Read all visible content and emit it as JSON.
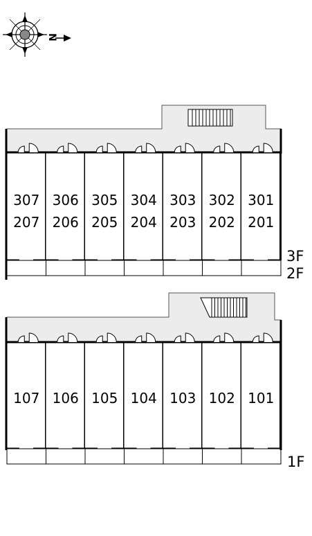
{
  "compass": {
    "north_label": "N",
    "icon": "compass-rose-icon"
  },
  "upper_block": {
    "units_top": [
      "307",
      "306",
      "305",
      "304",
      "303",
      "302",
      "301"
    ],
    "units_bottom": [
      "207",
      "206",
      "205",
      "204",
      "203",
      "202",
      "201"
    ],
    "floor_labels": [
      "3F",
      "2F"
    ]
  },
  "lower_block": {
    "units": [
      "107",
      "106",
      "105",
      "104",
      "103",
      "102",
      "101"
    ],
    "floor_label": "1F"
  },
  "colors": {
    "corridor_fill": "#ececec",
    "wall": "#000000",
    "line": "#555555"
  }
}
